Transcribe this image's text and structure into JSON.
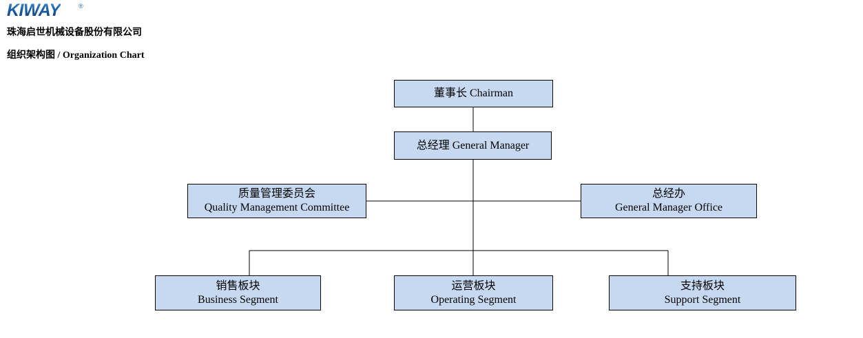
{
  "header": {
    "logo_text": "KIWAY",
    "logo_trademark": "®",
    "company_name": "珠海启世机械设备股份有限公司",
    "chart_title": "组织架构图 / Organization Chart"
  },
  "colors": {
    "node_fill": "#c6d9f0",
    "node_border": "#000000",
    "connector": "#000000",
    "logo_blue": "#1c5fa8",
    "text": "#000000"
  },
  "chart": {
    "nodes": {
      "chairman": {
        "cn": "董事长 Chairman",
        "en": ""
      },
      "gm": {
        "cn": "总经理 General Manager",
        "en": ""
      },
      "qmc": {
        "cn": "质量管理委员会",
        "en": "Quality Management Committee"
      },
      "gmo": {
        "cn": "总经办",
        "en": "General Manager Office"
      },
      "business": {
        "cn": "销售板块",
        "en": "Business Segment"
      },
      "operating": {
        "cn": "运营板块",
        "en": "Operating Segment"
      },
      "support": {
        "cn": "支持板块",
        "en": "Support Segment"
      }
    },
    "edges": [
      {
        "from": "chairman",
        "to": "gm"
      },
      {
        "from": "gm",
        "to": "qmc"
      },
      {
        "from": "gm",
        "to": "gmo"
      },
      {
        "from": "gm",
        "to": "business"
      },
      {
        "from": "gm",
        "to": "operating"
      },
      {
        "from": "gm",
        "to": "support"
      }
    ]
  }
}
